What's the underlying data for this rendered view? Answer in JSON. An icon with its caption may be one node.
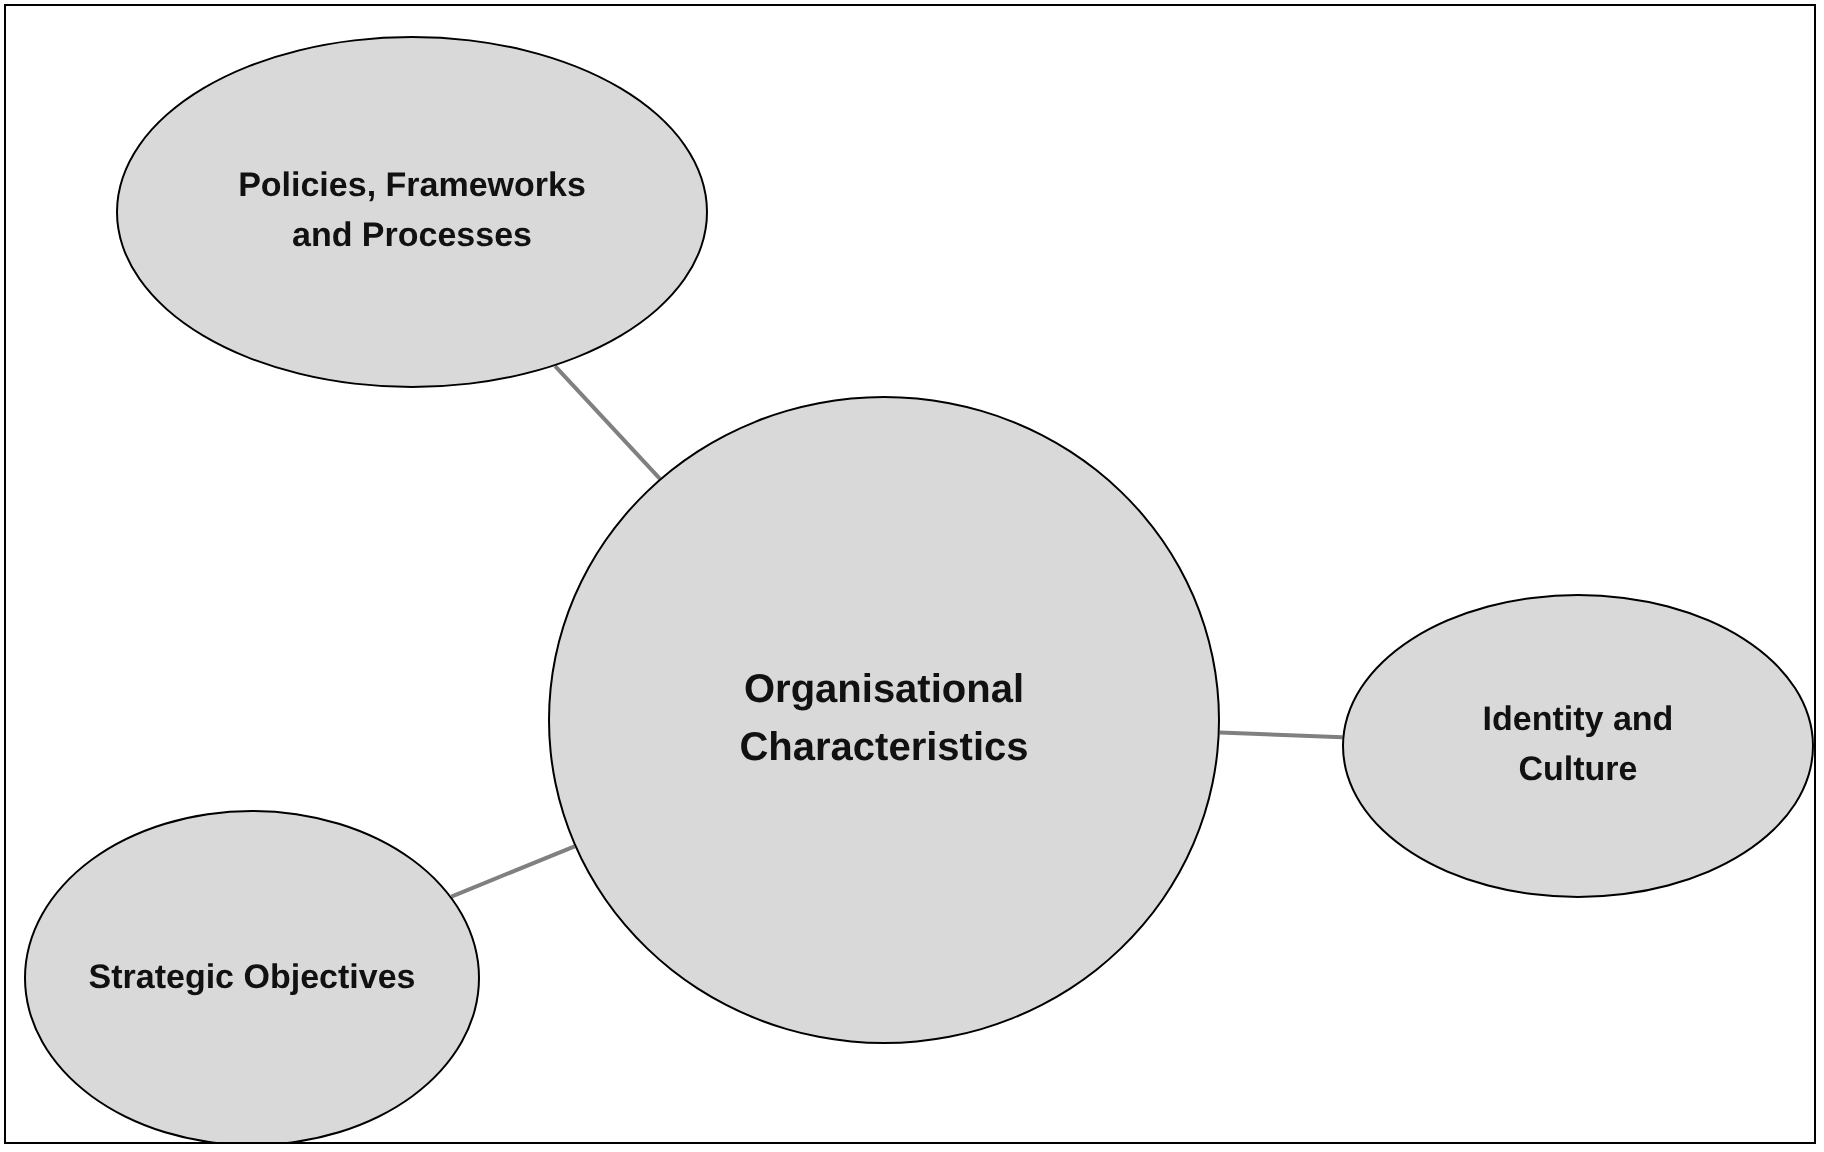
{
  "diagram": {
    "nodes": [
      {
        "text": [
          "Policies, Frameworks and Processes"
        ]
      },
      {
        "text": [
          "Organisational Characteristics"
        ]
      },
      {
        "text": [
          "Identity and Culture"
        ]
      },
      {
        "text": [
          "Strategic Objectives"
        ]
      }
    ],
    "edges": [
      {
        "from": 1,
        "to": 0,
        "arrow": "none"
      },
      {
        "from": 1,
        "to": 2,
        "arrow": "none"
      },
      {
        "from": 1,
        "to": 3,
        "arrow": "none"
      }
    ]
  }
}
